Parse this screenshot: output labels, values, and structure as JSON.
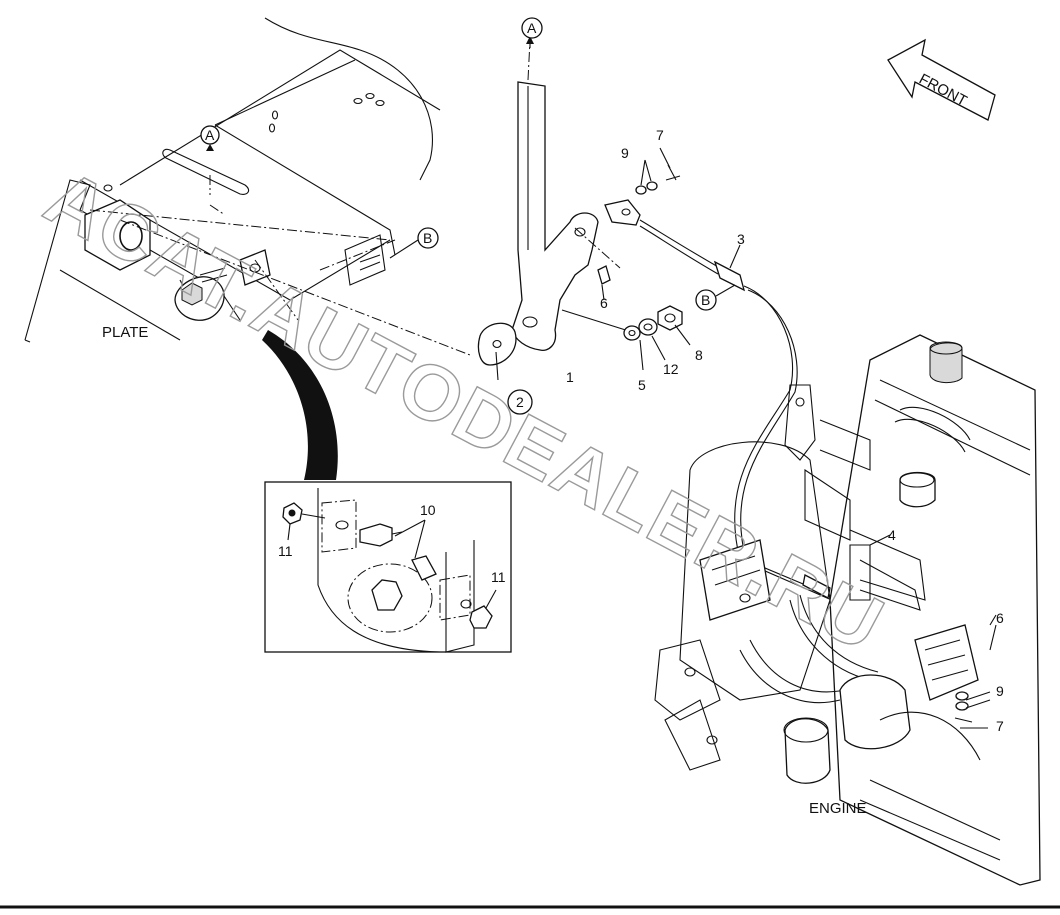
{
  "watermark": "ACAT.AUTODEALER.RU",
  "labels": {
    "plate": "PLATE",
    "engine": "ENGINE",
    "front": "FRONT"
  },
  "refs": {
    "a_top": "A",
    "a_plate": "A",
    "b_plate": "B",
    "b_cable": "B"
  },
  "parts": {
    "p1": "1",
    "p2": "2",
    "p3": "3",
    "p4": "4",
    "p5": "5",
    "p6_top": "6",
    "p6_engine": "6",
    "p7_top": "7",
    "p7_engine": "7",
    "p8": "8",
    "p9_top": "9",
    "p9_engine": "9",
    "p10": "10",
    "p11_left": "11",
    "p11_right": "11",
    "p12": "12"
  }
}
